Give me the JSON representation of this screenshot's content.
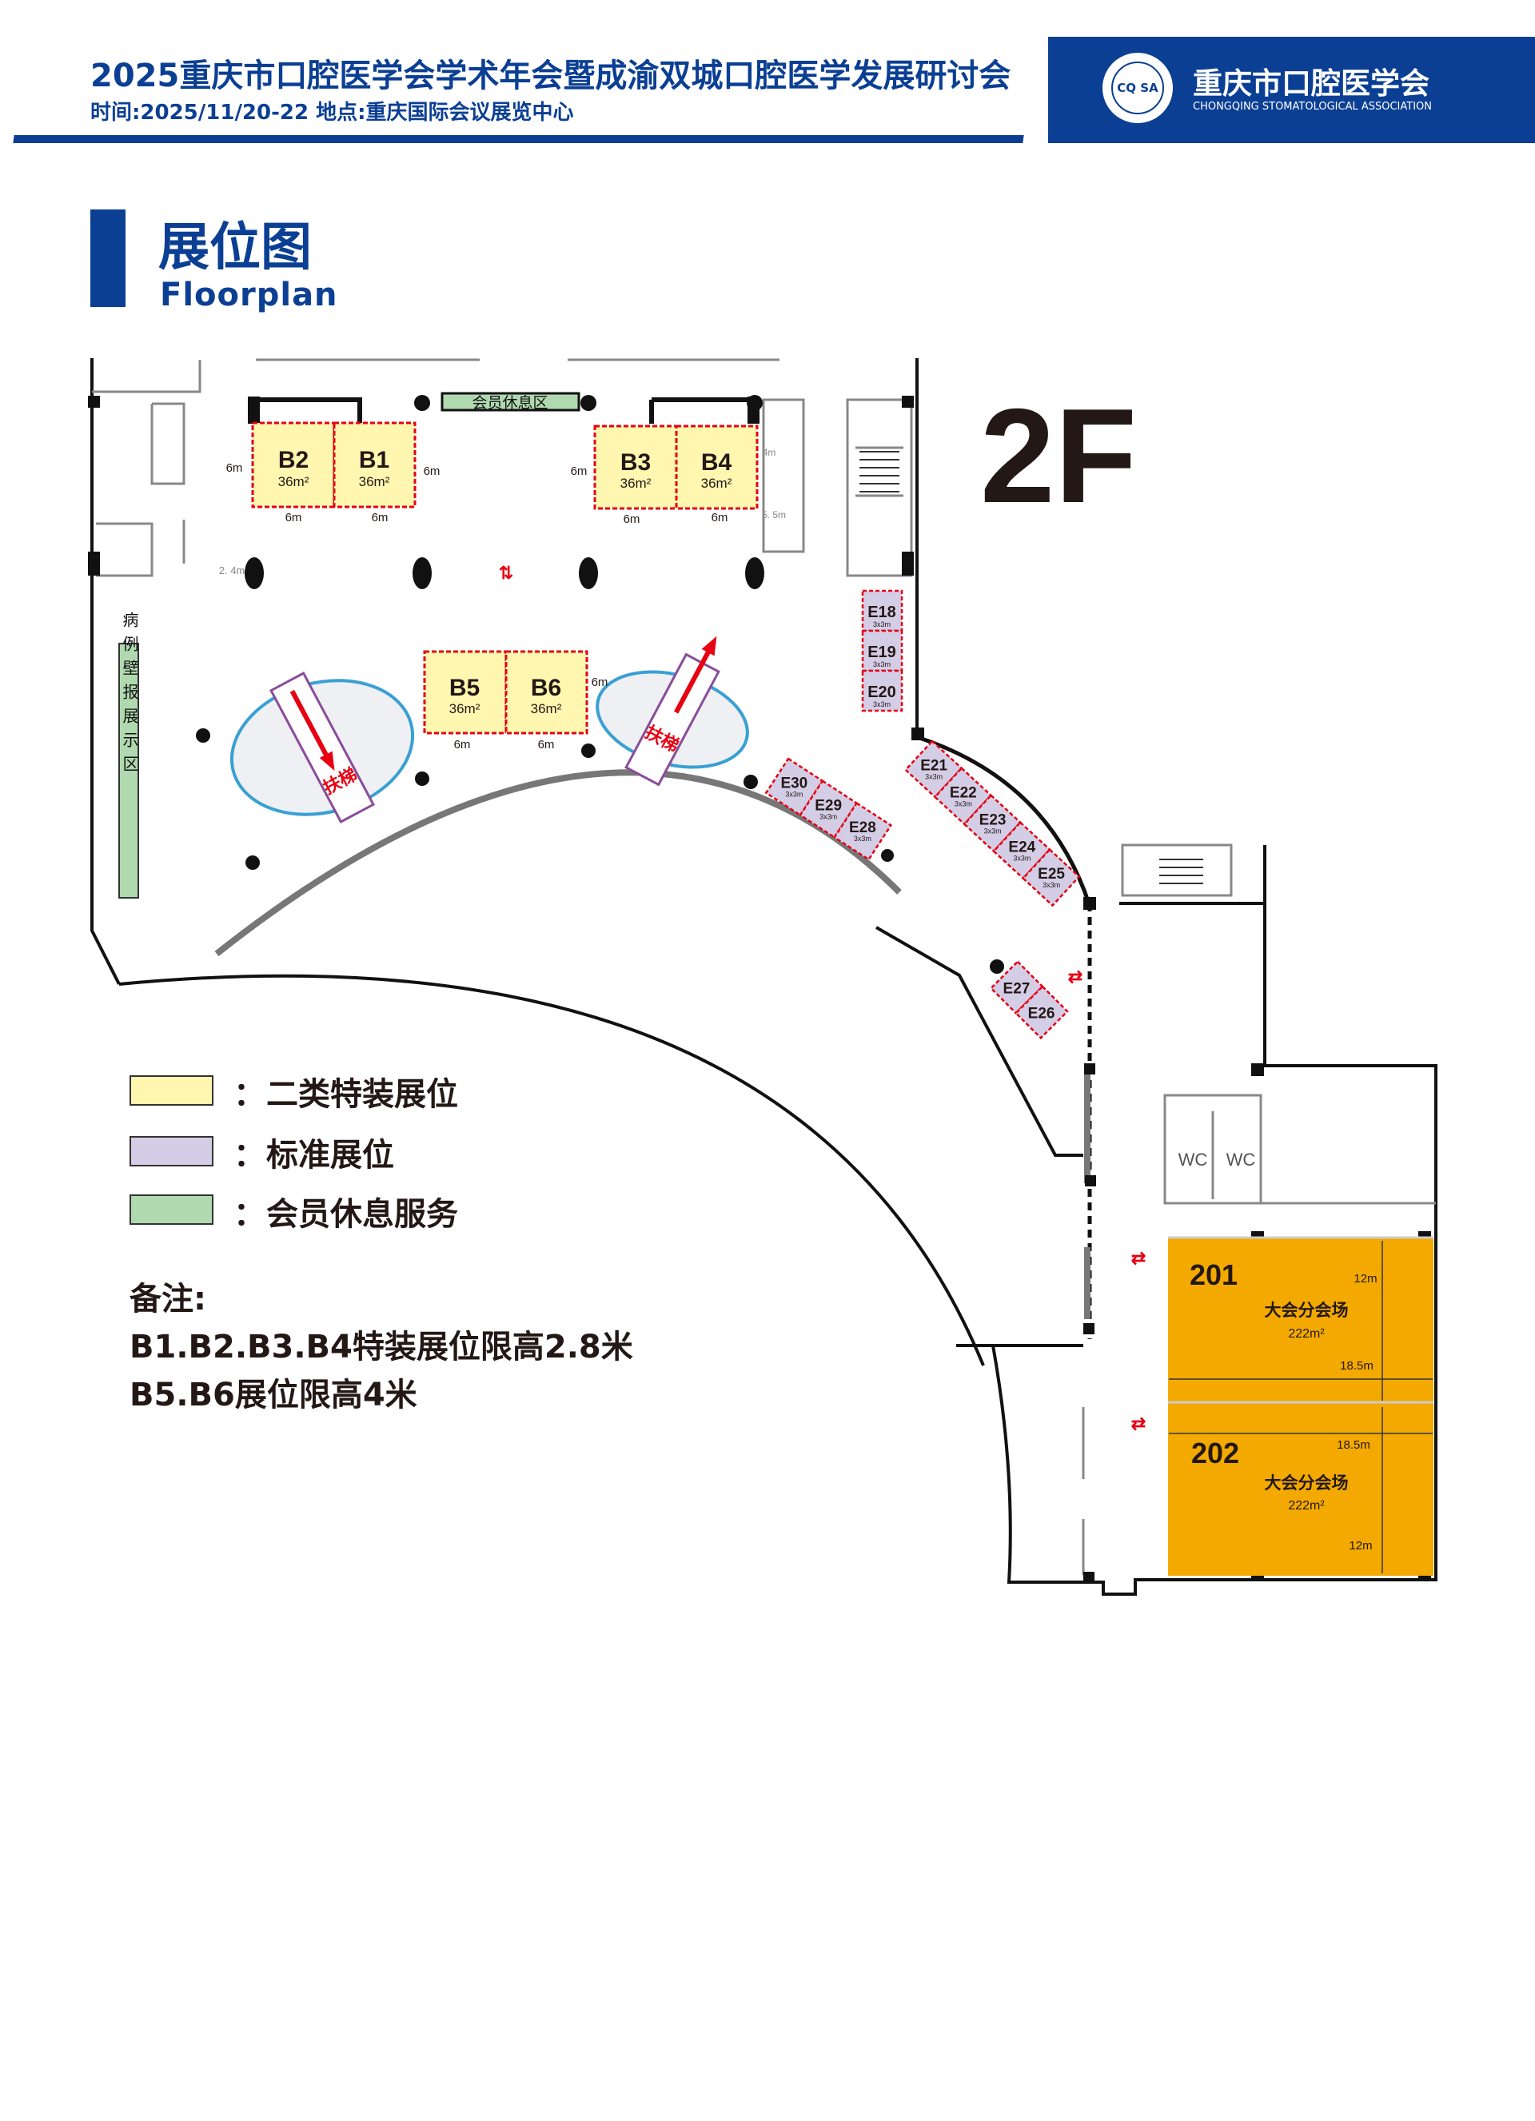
{
  "header": {
    "title": "2025重庆市口腔医学会学术年会暨成渝双城口腔医学发展研讨会",
    "subtitle": "时间:2025/11/20-22  地点:重庆国际会议展览中心"
  },
  "org": {
    "name_cn": "重庆市口腔医学会",
    "name_en": "CHONGQING STOMATOLOGICAL ASSOCIATION",
    "logo_text": "CQ SA"
  },
  "section": {
    "title_cn": "展位图",
    "title_en": "Floorplan"
  },
  "floor_label": "2F",
  "zones": {
    "member_lounge": "会员休息区",
    "poster_area": "病例壁报展示区",
    "escalator": "扶梯",
    "wc": "WC"
  },
  "special_booths": [
    {
      "id": "B2",
      "area": "36m²"
    },
    {
      "id": "B1",
      "area": "36m²"
    },
    {
      "id": "B3",
      "area": "36m²"
    },
    {
      "id": "B4",
      "area": "36m²"
    },
    {
      "id": "B5",
      "area": "36m²"
    },
    {
      "id": "B6",
      "area": "36m²"
    }
  ],
  "standard_booths": [
    {
      "id": "E18",
      "size": "3x3m"
    },
    {
      "id": "E19",
      "size": "3x3m"
    },
    {
      "id": "E20",
      "size": "3x3m"
    },
    {
      "id": "E21",
      "size": "3x3m"
    },
    {
      "id": "E22",
      "size": "3x3m"
    },
    {
      "id": "E23",
      "size": "3x3m"
    },
    {
      "id": "E24",
      "size": "3x3m"
    },
    {
      "id": "E25",
      "size": "3x3m"
    },
    {
      "id": "E26",
      "size": ""
    },
    {
      "id": "E27",
      "size": ""
    },
    {
      "id": "E28",
      "size": "3x3m"
    },
    {
      "id": "E29",
      "size": "3x3m"
    },
    {
      "id": "E30",
      "size": "3x3m"
    }
  ],
  "dims": {
    "six": "6m",
    "col_gap": "2. 4m",
    "four": "4m",
    "five_five": "5. 5m",
    "twelve": "12m",
    "eighteen_five": "18.5m"
  },
  "rooms": [
    {
      "number": "201",
      "name": "大会分会场",
      "area": "222m²"
    },
    {
      "number": "202",
      "name": "大会分会场",
      "area": "222m²"
    }
  ],
  "legend": [
    {
      "label": "二类特装展位",
      "color": "#fff7b0"
    },
    {
      "label": "标准展位",
      "color": "#d4cde6"
    },
    {
      "label": "会员休息服务",
      "color": "#b1d9b0"
    }
  ],
  "legend_colon": "：",
  "notes": {
    "title": "备注:",
    "lines": [
      "B1.B2.B3.B4特装展位限高2.8米",
      "B5.B6展位限高4米"
    ]
  },
  "colors": {
    "brand": "#0b3f94",
    "room": "#f3a900",
    "booth_border": "#e60012"
  }
}
